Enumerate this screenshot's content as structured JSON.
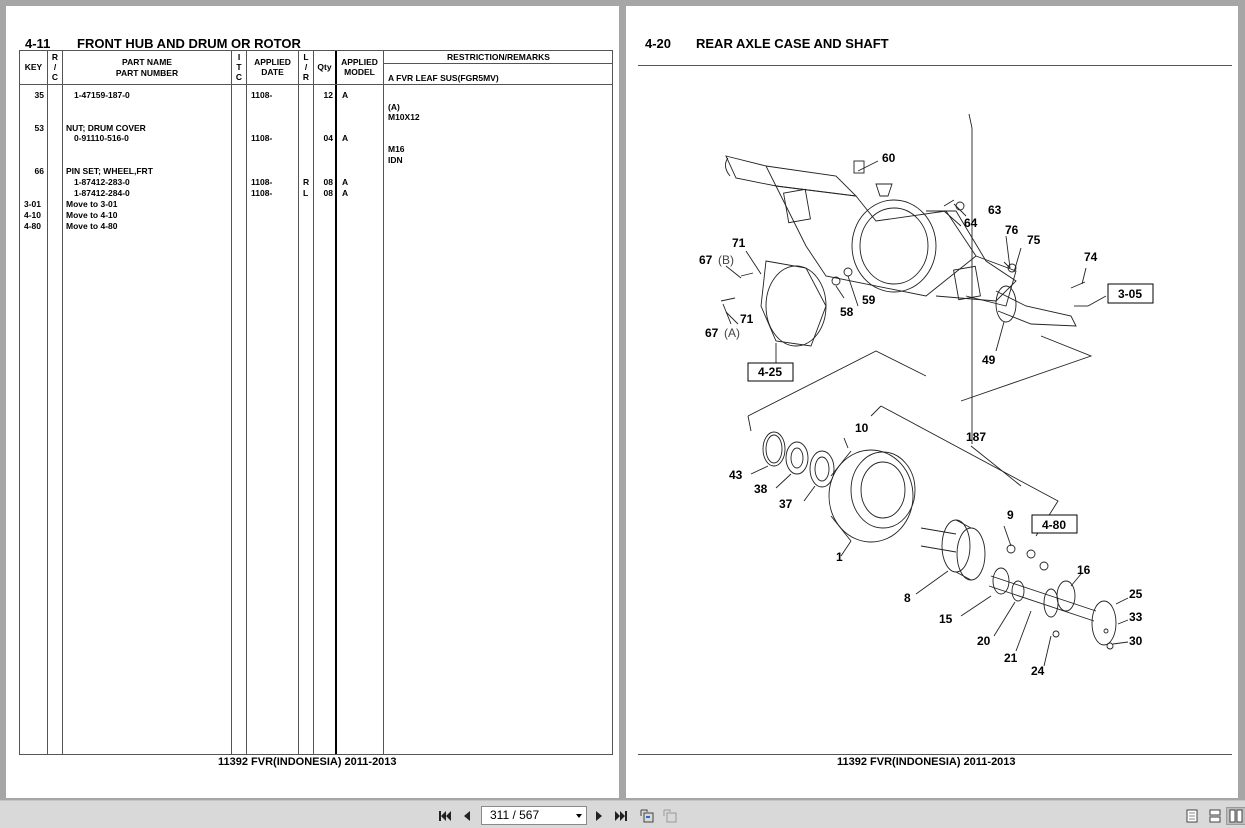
{
  "left_page": {
    "section_number": "4-11",
    "section_title": "FRONT HUB AND DRUM OR ROTOR",
    "columns": {
      "key": "KEY",
      "rc": [
        "R",
        "/",
        "C"
      ],
      "part_name": "PART NAME",
      "part_number": "PART NUMBER",
      "itc": [
        "I",
        "T",
        "C"
      ],
      "applied_date": [
        "APPLIED",
        "DATE"
      ],
      "lr": [
        "L",
        "/",
        "R"
      ],
      "qty": "Qty",
      "applied_model": [
        "APPLIED",
        "MODEL"
      ],
      "restriction": "RESTRICTION/REMARKS",
      "restriction_sub": "A FVR LEAF SUS(FGR5MV)"
    },
    "rows": [
      {
        "key": "35",
        "name": "",
        "number": "1-47159-187-0",
        "date": "1108-",
        "lr": "",
        "qty": "12",
        "model": "A",
        "remarks": [
          "(A)",
          "M10X12"
        ]
      },
      {
        "key": "53",
        "name": "NUT; DRUM COVER",
        "number": "0-91110-516-0",
        "date": "1108-",
        "lr": "",
        "qty": "04",
        "model": "A",
        "remarks": [
          "M16",
          "IDN"
        ]
      },
      {
        "key": "66",
        "name": "PIN SET; WHEEL,FRT",
        "number": "1-87412-283-0",
        "date": "1108-",
        "lr": "R",
        "qty": "08",
        "model": "A",
        "remarks": []
      },
      {
        "key": "",
        "name": "",
        "number": "1-87412-284-0",
        "date": "1108-",
        "lr": "L",
        "qty": "08",
        "model": "A",
        "remarks": []
      },
      {
        "key": "3-01",
        "name": "Move to 3-01",
        "number": "",
        "date": "",
        "lr": "",
        "qty": "",
        "model": "",
        "remarks": []
      },
      {
        "key": "4-10",
        "name": "Move to 4-10",
        "number": "",
        "date": "",
        "lr": "",
        "qty": "",
        "model": "",
        "remarks": []
      },
      {
        "key": "4-80",
        "name": "Move to 4-80",
        "number": "",
        "date": "",
        "lr": "",
        "qty": "",
        "model": "",
        "remarks": []
      }
    ],
    "footer": "11392 FVR(INDONESIA) 2011-2013"
  },
  "right_page": {
    "section_number": "4-20",
    "section_title": "REAR AXLE CASE AND SHAFT",
    "callouts": {
      "c60": "60",
      "c63": "63",
      "c64": "64",
      "c76": "76",
      "c75": "75",
      "c74": "74",
      "c71a": "71",
      "c67b": "67",
      "c67b_tag": "(B)",
      "c59": "59",
      "c58": "58",
      "c71b": "71",
      "c67a": "67",
      "c67a_tag": "(A)",
      "c49": "49",
      "c10": "10",
      "c187": "187",
      "c43": "43",
      "c38": "38",
      "c37": "37",
      "c1": "1",
      "c9": "9",
      "c8": "8",
      "c15": "15",
      "c16": "16",
      "c25": "25",
      "c33": "33",
      "c20": "20",
      "c21": "21",
      "c30": "30",
      "c24": "24"
    },
    "ref_boxes": {
      "r305": "3-05",
      "r425": "4-25",
      "r480": "4-80"
    },
    "footer": "11392 FVR(INDONESIA) 2011-2013"
  },
  "toolbar": {
    "page_indicator": "311 / 567"
  }
}
